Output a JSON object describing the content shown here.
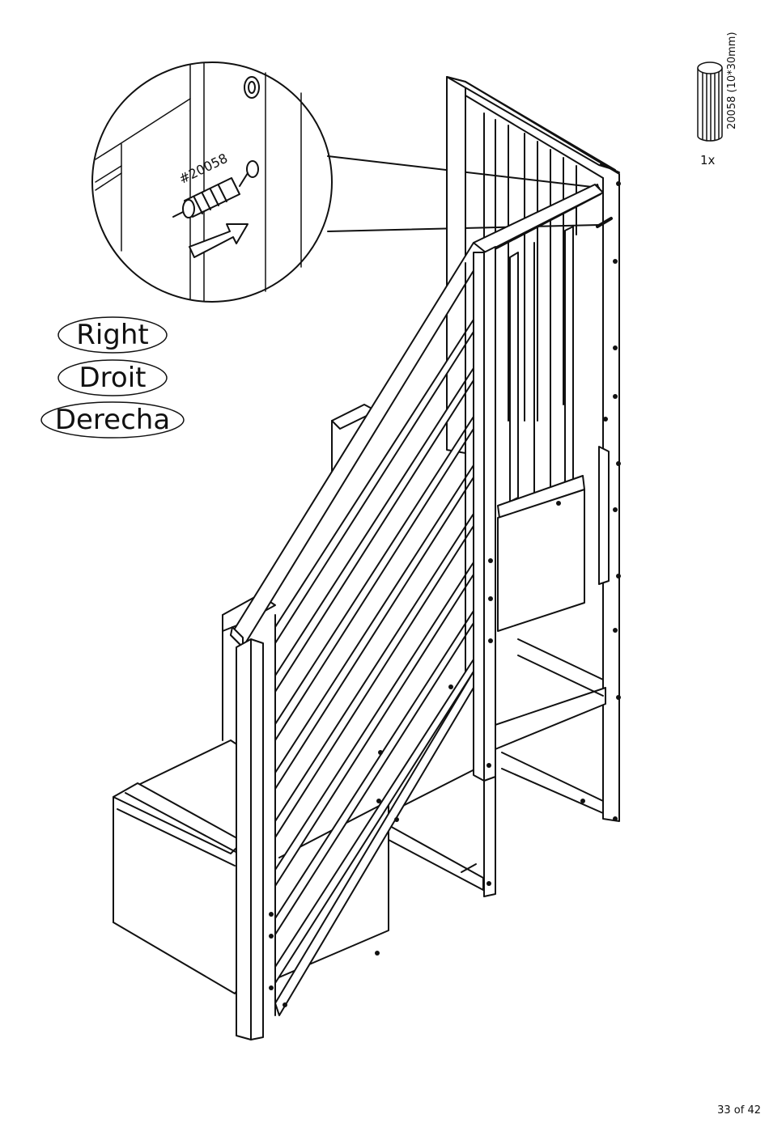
{
  "labels": [
    "Right",
    "Droit",
    "Derecha"
  ],
  "callout": {
    "part_tag": "#20058"
  },
  "part": {
    "code": "20058 (10*30mm)",
    "quantity": "1x",
    "icon": "dowel-icon"
  },
  "page": {
    "number": "33 of 42"
  }
}
